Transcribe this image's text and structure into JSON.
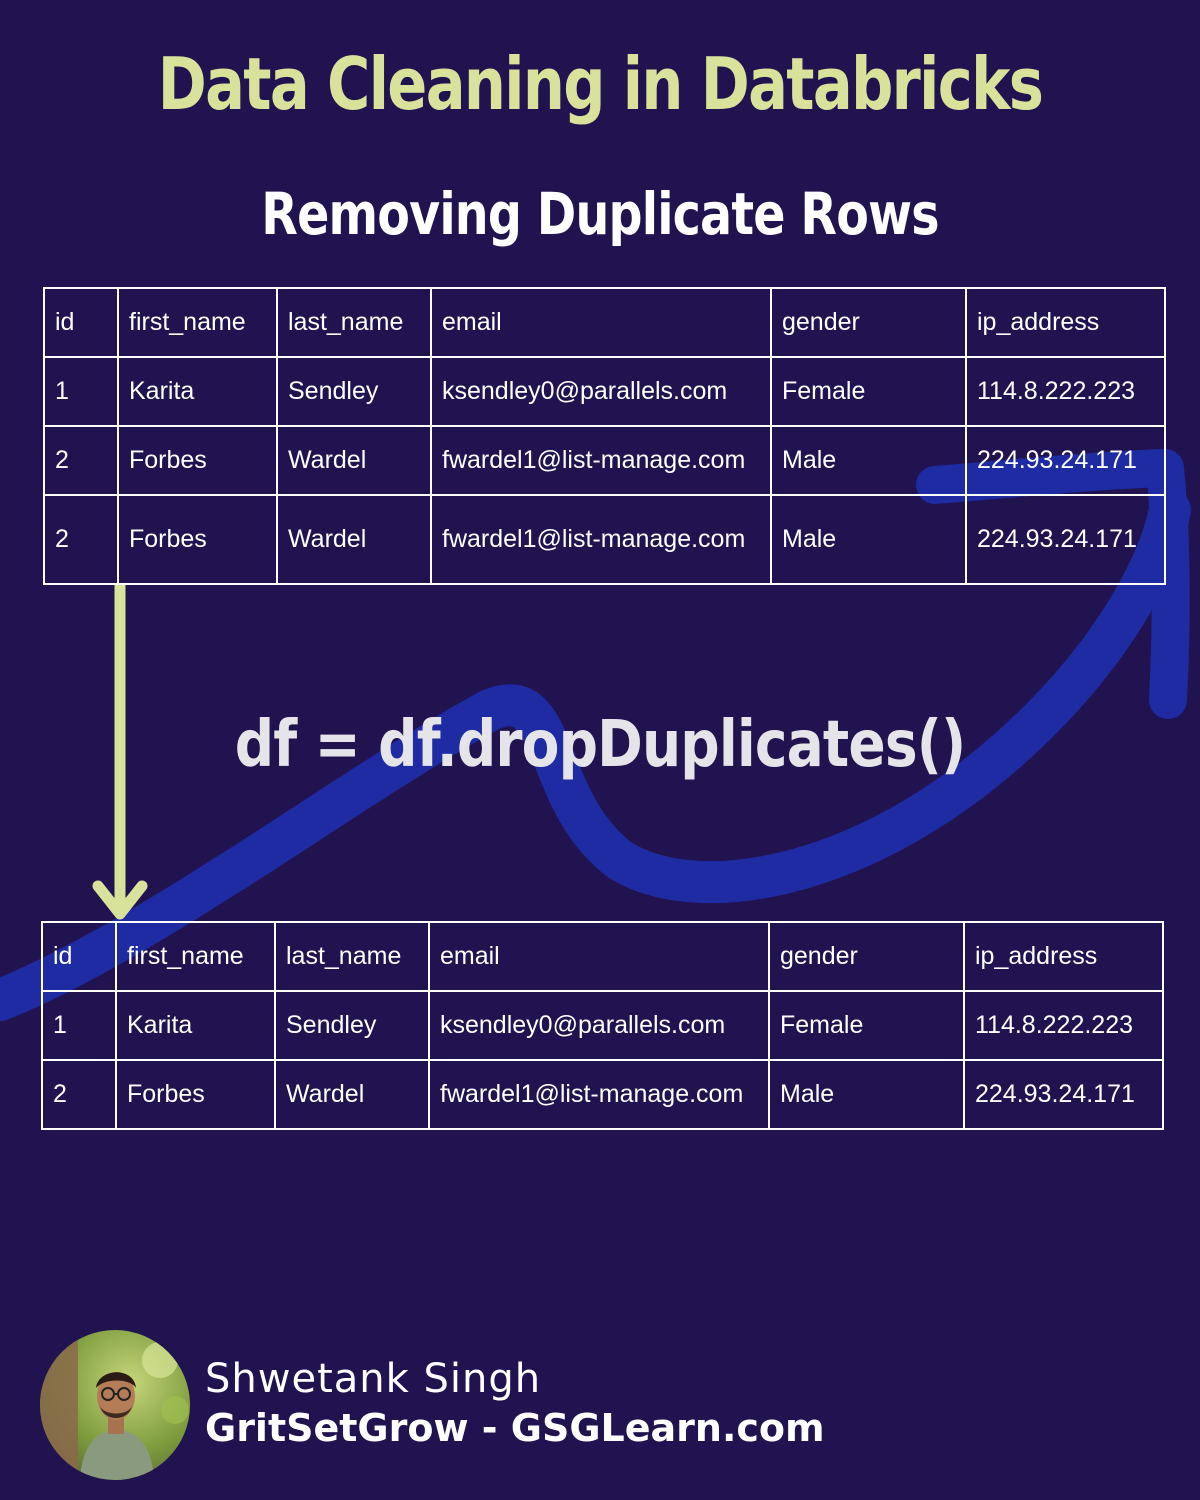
{
  "title": "Data Cleaning in Databricks",
  "subtitle": "Removing Duplicate Rows",
  "colors": {
    "background": "#21134f",
    "title": "#d9e29a",
    "swoosh": "#1f2ba3",
    "arrow": "#d9e29a",
    "table_border": "#ffffff",
    "code": "#e5e5e9"
  },
  "columns": [
    "id",
    "first_name",
    "last_name",
    "email",
    "gender",
    "ip_address"
  ],
  "table_before": {
    "rows": [
      [
        "1",
        "Karita",
        "Sendley",
        "ksendley0@parallels.com",
        "Female",
        "114.8.222.223"
      ],
      [
        "2",
        "Forbes",
        "Wardel",
        "fwardel1@list-manage.com",
        "Male",
        "224.93.24.171"
      ],
      [
        "2",
        "Forbes",
        "Wardel",
        "fwardel1@list-manage.com",
        "Male",
        "224.93.24.171"
      ]
    ]
  },
  "code": "df = df.dropDuplicates()",
  "table_after": {
    "rows": [
      [
        "1",
        "Karita",
        "Sendley",
        "ksendley0@parallels.com",
        "Female",
        "114.8.222.223"
      ],
      [
        "2",
        "Forbes",
        "Wardel",
        "fwardel1@list-manage.com",
        "Male",
        "224.93.24.171"
      ]
    ]
  },
  "author": {
    "name": "Shwetank Singh",
    "site": "GritSetGrow - GSGLearn.com"
  }
}
